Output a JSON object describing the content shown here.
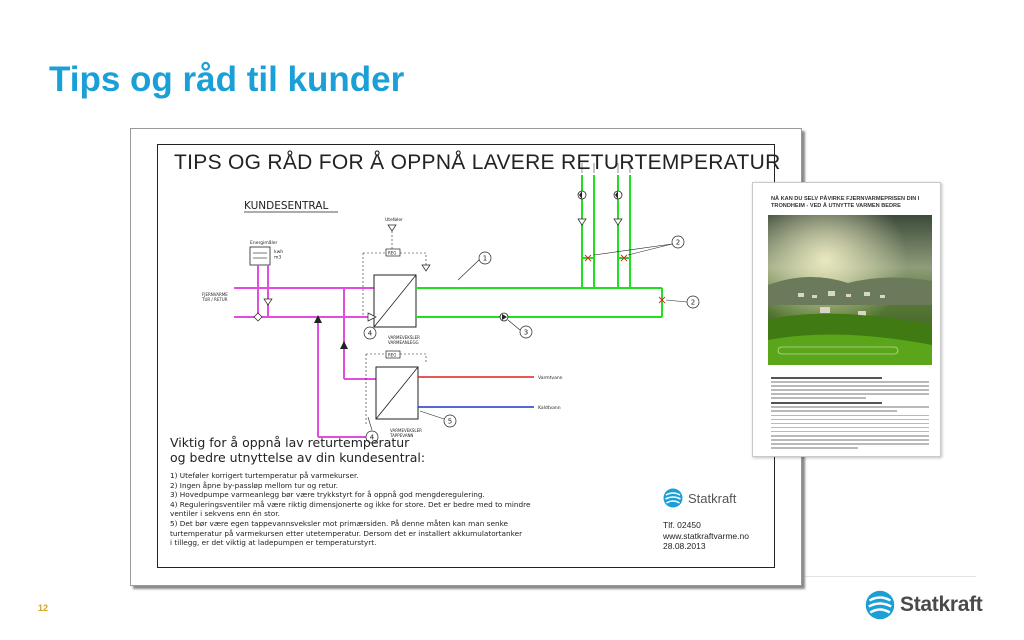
{
  "slide": {
    "title": "Tips og råd til kunder",
    "page_number": "12",
    "footer_logo_text": "Statkraft",
    "brand_color": "#1a9fd6"
  },
  "poster": {
    "heading": "TIPS OG RÅD FOR Å OPPNÅ LAVERE RETURTEMPERATUR",
    "diagram": {
      "section_label": "KUNDESENTRAL",
      "meter_label": "Energimåler",
      "meter_unit": "kwh\nm3",
      "sensor_label": "Uteføler",
      "supply_label": "FJERNVARME\nTUR / RETUR",
      "exchanger_heating_label": "VARMEVEKSLER\nVARMEANLEGG",
      "exchanger_tapwater_label": "VARMEVEKSLER\nTAPPEVANN",
      "controller_label": "REG",
      "hot_water_label": "Varmtvann",
      "cold_water_label": "Kaldtvann",
      "markers": [
        "1",
        "2",
        "2",
        "3",
        "4",
        "4",
        "5"
      ],
      "colors": {
        "supply": "#e04de0",
        "return": "#22dd22",
        "hot": "#dd2222",
        "cold": "#2233cc"
      }
    },
    "tips": {
      "heading": "Viktig for å oppnå lav returtemperatur\nog bedre utnyttelse av din kundesentral:",
      "items": [
        "1) Uteføler korrigert turtemperatur på varmekurser.",
        "2) Ingen åpne by-passløp mellom tur og retur.",
        "3) Hovedpumpe varmeanlegg bør være trykkstyrt for å oppnå god mengderegulering.",
        "4) Reguleringsventiler må være riktig dimensjonerte og ikke for store. Det er bedre med to mindre\n    ventiler i sekvens enn én stor.",
        "5) Det bør være egen tappevannsveksler mot primærsiden. På denne måten kan man senke\n    turtemperatur på varmekursen etter utetemperatur. Dersom det er installert akkumulatortanker\n    i tillegg, er det viktig at ladepumpen er temperaturstyrt."
      ]
    },
    "logo_text": "Statkraft",
    "contact": {
      "phone": "Tlf. 02450",
      "website": "www.statkraftvarme.no",
      "date": "28.08.2013"
    }
  },
  "brochure": {
    "title": "NÅ KAN DU SELV PÅVIRKE FJERNVARMEPRISEN DIN I TRONDHEIM - VED Å UTNYTTE VARMEN BEDRE"
  }
}
